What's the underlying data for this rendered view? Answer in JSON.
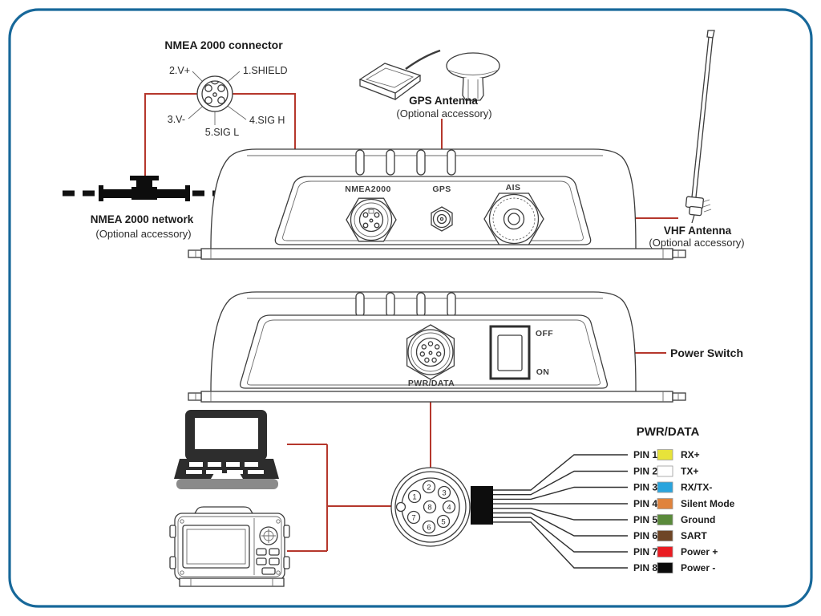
{
  "colors": {
    "border_blue": "#17689a",
    "accent_red": "#b5372c"
  },
  "nmea_connector": {
    "title": "NMEA 2000 connector",
    "pin1": "1.SHIELD",
    "pin2": "2.V+",
    "pin3": "3.V-",
    "pin4": "4.SIG H",
    "pin5": "5.SIG L"
  },
  "nmea_network": {
    "title": "NMEA 2000 network",
    "subtitle": "(Optional accessory)"
  },
  "gps_antenna": {
    "title": "GPS Antenna",
    "subtitle": "(Optional accessory)"
  },
  "vhf_antenna": {
    "title": "VHF Antenna",
    "subtitle": "(Optional accessory)"
  },
  "rear_panel": {
    "nmea2000": "NMEA2000",
    "gps": "GPS",
    "ais": "AIS"
  },
  "front_panel": {
    "pwr_data": "PWR/DATA",
    "off": "OFF",
    "on": "ON",
    "power_switch": "Power Switch"
  },
  "pinout": {
    "numbers": [
      "1",
      "2",
      "3",
      "4",
      "5",
      "6",
      "7",
      "8"
    ]
  },
  "legend": {
    "title": "PWR/DATA",
    "pins": [
      {
        "name": "PIN 1",
        "signal": "RX+",
        "color": "#e7e33a"
      },
      {
        "name": "PIN 2",
        "signal": "TX+",
        "color": "#ffffff"
      },
      {
        "name": "PIN 3",
        "signal": "RX/TX-",
        "color": "#2aa4dd"
      },
      {
        "name": "PIN 4",
        "signal": "Silent Mode",
        "color": "#e0833d"
      },
      {
        "name": "PIN 5",
        "signal": "Ground",
        "color": "#5a8a3b"
      },
      {
        "name": "PIN 6",
        "signal": "SART",
        "color": "#6e4526"
      },
      {
        "name": "PIN 7",
        "signal": "Power +",
        "color": "#ea1c22"
      },
      {
        "name": "PIN 8",
        "signal": "Power -",
        "color": "#0b0b0b"
      }
    ]
  }
}
